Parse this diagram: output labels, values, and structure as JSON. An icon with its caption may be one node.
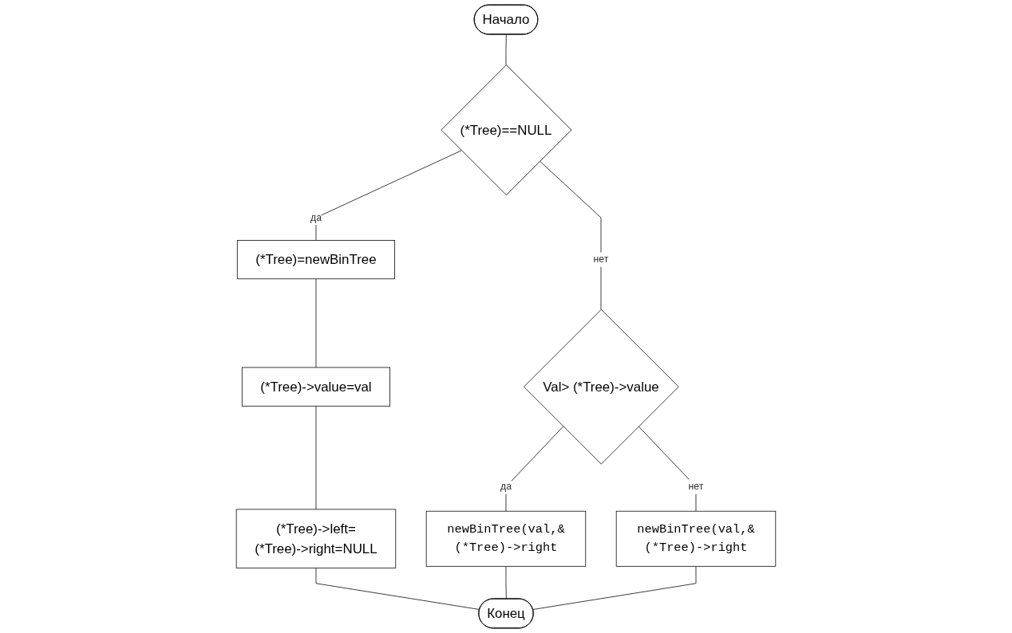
{
  "diagram": {
    "nodes": [
      {
        "text": [
          "Начало"
        ]
      },
      {
        "text": [
          "(*Tree)==NULL"
        ]
      },
      {
        "text": [
          "(*Tree)=newBinTree"
        ]
      },
      {
        "text": [
          "(*Tree)->value=val"
        ]
      },
      {
        "text": [
          "(*Tree)->left=(*Tree)->right=NULL"
        ]
      },
      {
        "text": [
          "Val> (*Tree)->value"
        ]
      },
      {
        "text": [
          "newBinTree(val,&(*Tree)->right"
        ]
      },
      {
        "text": [
          "newBinTree(val,&(*Tree)->right"
        ]
      },
      {
        "text": [
          "Конец"
        ]
      }
    ],
    "edges": [
      {
        "from": 0,
        "to": 1,
        "arrow": "none"
      },
      {
        "from": 1,
        "to": 2,
        "arrow": "none",
        "label": "да"
      },
      {
        "from": 2,
        "to": 3,
        "arrow": "none"
      },
      {
        "from": 3,
        "to": 4,
        "arrow": "none"
      },
      {
        "from": 1,
        "to": 5,
        "arrow": "none",
        "label": "нет"
      },
      {
        "from": 4,
        "to": 8,
        "arrow": "none"
      },
      {
        "from": 5,
        "to": 6,
        "arrow": "none",
        "label": "да"
      },
      {
        "from": 5,
        "to": 7,
        "arrow": "none",
        "label": "нет"
      },
      {
        "from": 6,
        "to": 8,
        "arrow": "none"
      },
      {
        "from": 7,
        "to": 8,
        "arrow": "none"
      }
    ]
  }
}
